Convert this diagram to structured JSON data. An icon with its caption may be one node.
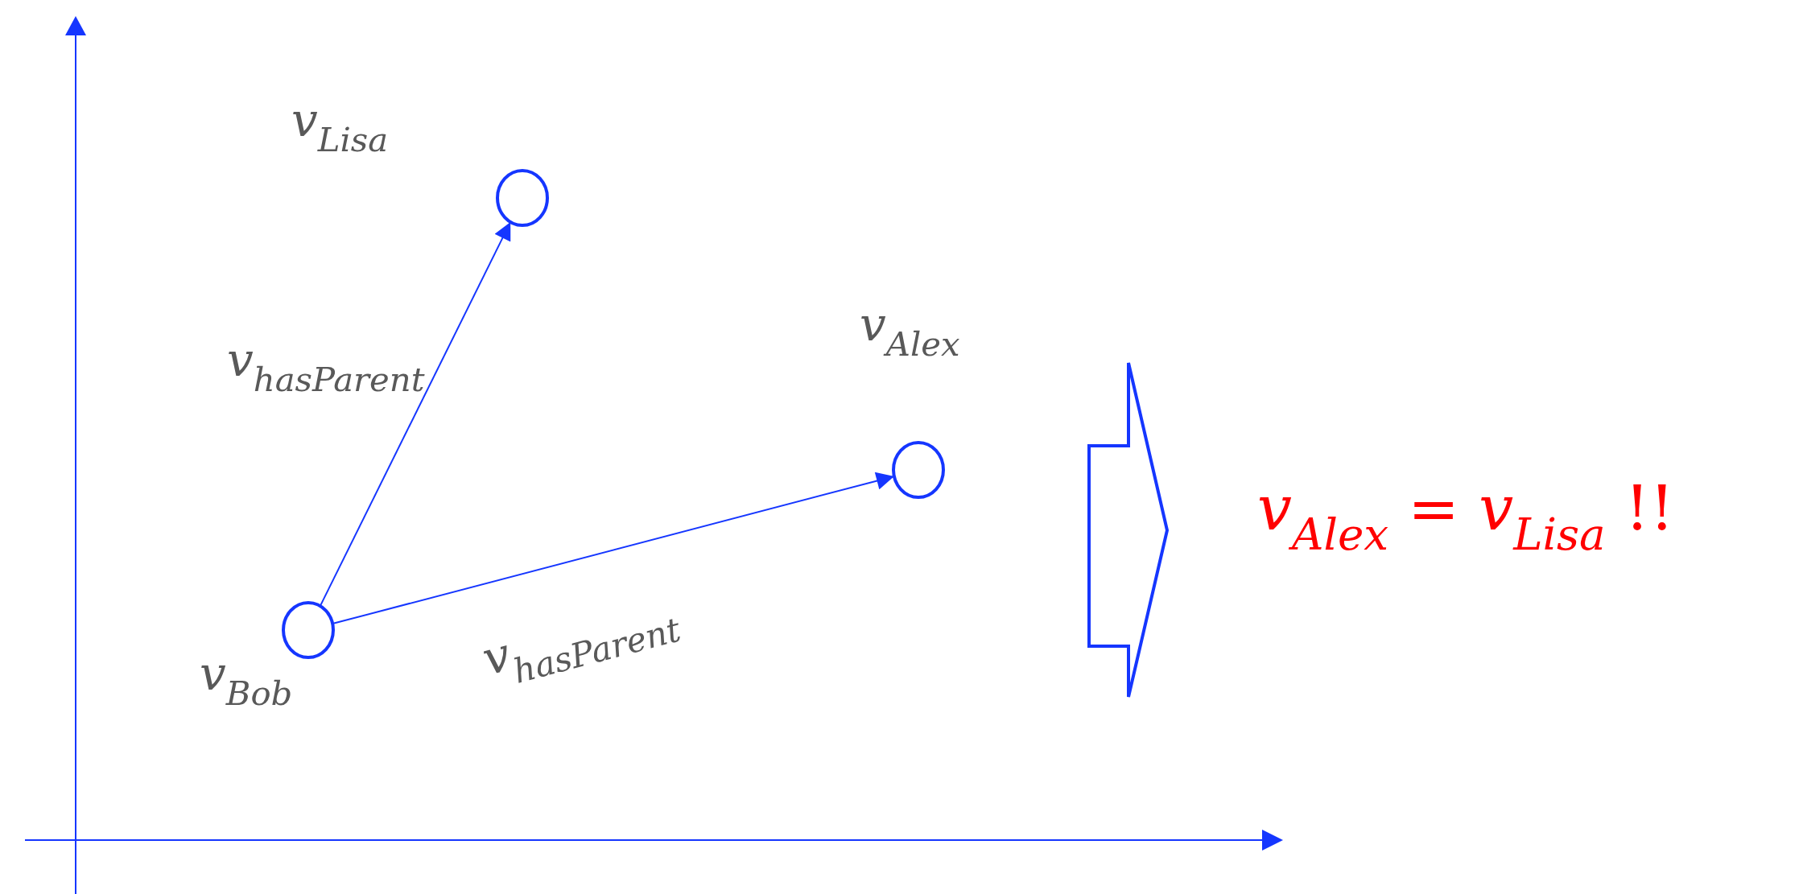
{
  "diagram": {
    "nodes": [
      {
        "text": [],
        "shape": "circle",
        "beside": [
          "v$_{Lisa}$"
        ]
      },
      {
        "text": [],
        "shape": "circle",
        "beside": [
          "v$_{Alex}$"
        ]
      },
      {
        "text": [],
        "shape": "circle",
        "beside": [
          "v$_{Bob}$"
        ]
      }
    ],
    "edges": [
      {
        "from": 2,
        "to": 0,
        "arrow": "to",
        "label": "v$_{hasParent}$"
      },
      {
        "from": 2,
        "to": 1,
        "arrow": "to",
        "label": "v$_{hasParent}$"
      }
    ],
    "labels": [
      "*v*$_{Alex}$ = *v*$_{Lisa}$ !!"
    ]
  }
}
